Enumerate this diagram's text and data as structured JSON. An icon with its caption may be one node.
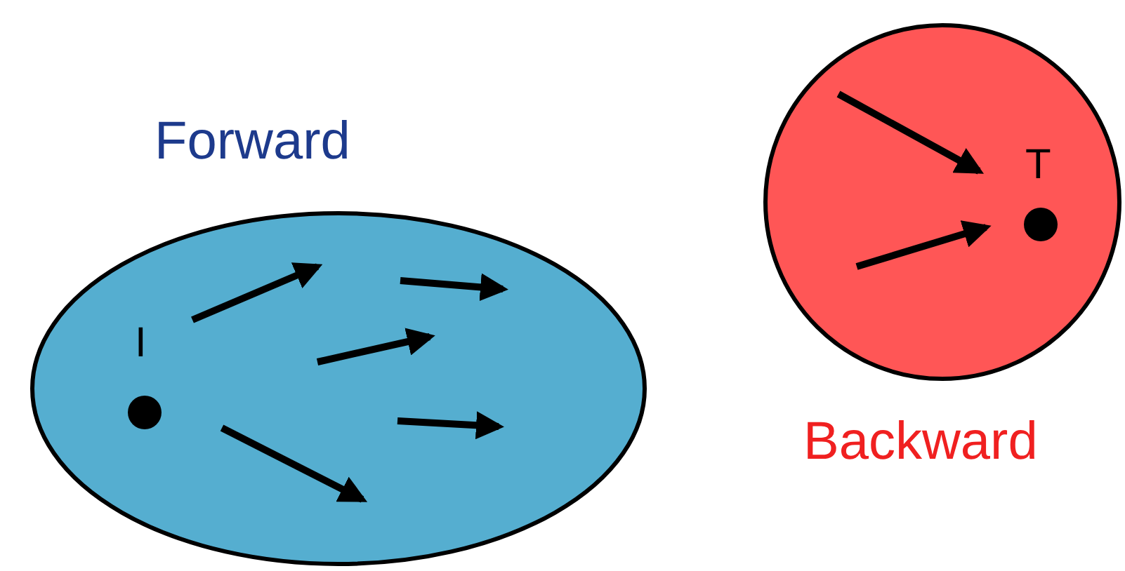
{
  "diagram": {
    "nodes": [
      {
        "text": [
          "Forward"
        ]
      },
      {
        "text": [
          "Backward"
        ]
      }
    ],
    "labels": [
      "I",
      "T"
    ]
  }
}
